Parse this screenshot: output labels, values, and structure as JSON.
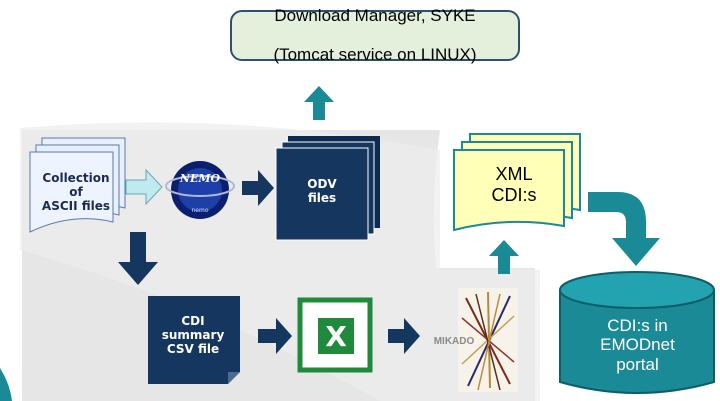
{
  "download_manager": {
    "line1": "Download  Manager, SYKE",
    "line2": "(Tomcat  service on LINUX)"
  },
  "ascii_files": {
    "label": "Collection\nof\nASCII files"
  },
  "nemo_logo": {
    "text": "NEMO",
    "subtext": "nemo"
  },
  "odv_files": {
    "label": "ODV\nfiles"
  },
  "xml_cdis": {
    "label": "XML\nCDI:s"
  },
  "cdi_summary": {
    "label": "CDI\nsummary\nCSV file"
  },
  "excel_icon": {
    "letter": "X"
  },
  "mikado": {
    "label": "MIKADO"
  },
  "emodnet_portal": {
    "label": "CDI:s in\nEMODnet\nportal"
  },
  "colors": {
    "navy": "#14365f",
    "teal": "#1a8a96",
    "xml_fill": "#ffffb8",
    "box_fill": "#e4f0dc",
    "excel_green": "#1f8a3c"
  }
}
